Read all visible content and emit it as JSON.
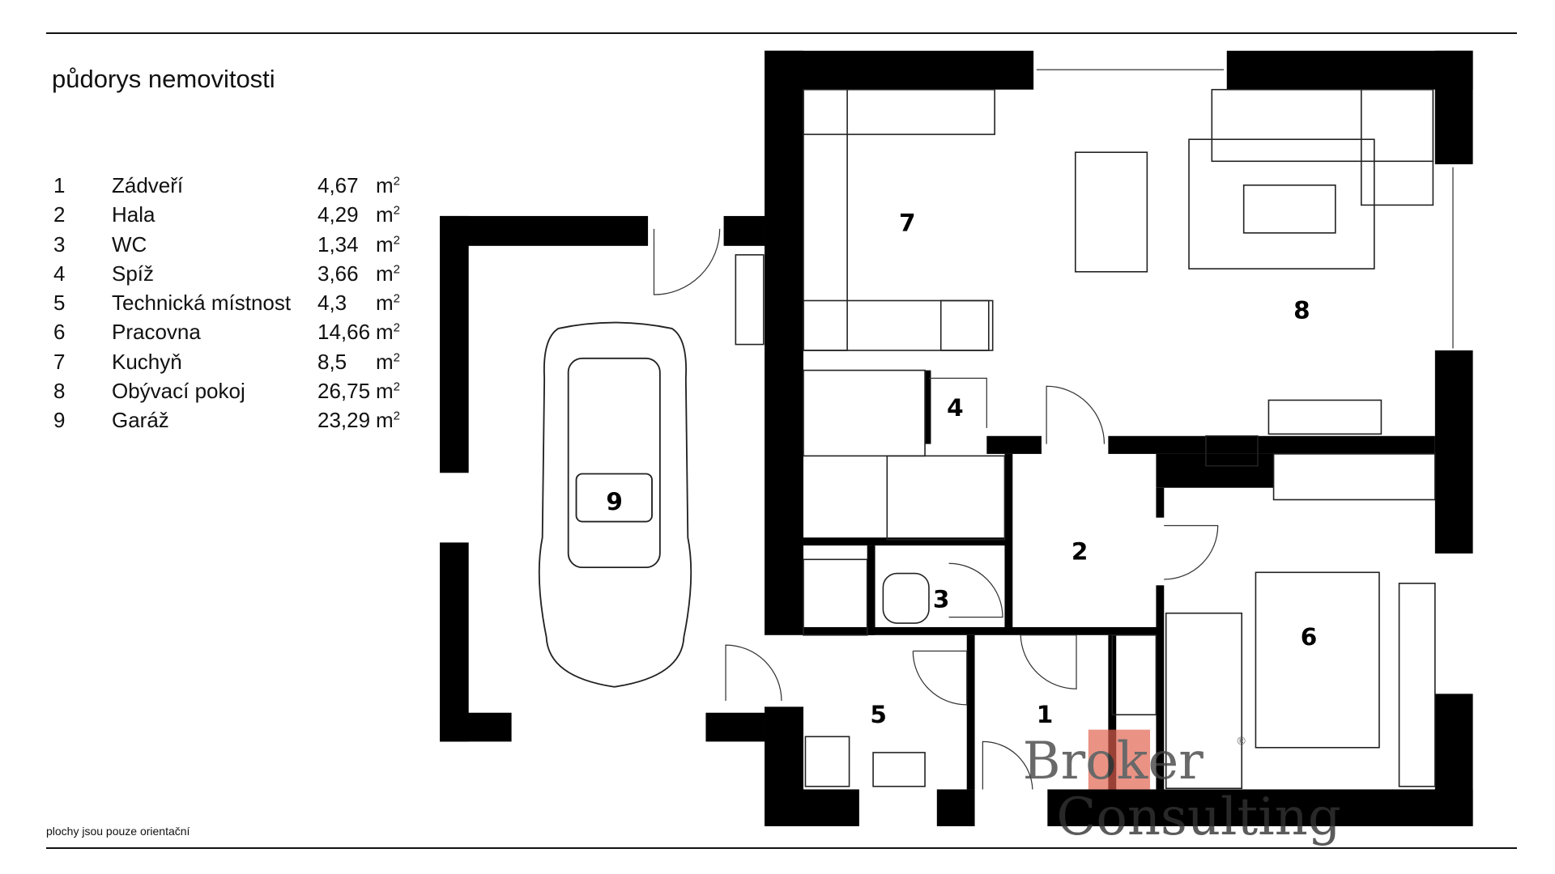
{
  "title": "půdorys nemovitosti",
  "rooms": [
    {
      "num": "1",
      "name": "Zádveří",
      "area": "4,67",
      "unit": "m",
      "sup": "2"
    },
    {
      "num": "2",
      "name": "Hala",
      "area": "4,29",
      "unit": "m",
      "sup": "2"
    },
    {
      "num": "3",
      "name": "WC",
      "area": "1,34",
      "unit": "m",
      "sup": "2"
    },
    {
      "num": "4",
      "name": "Spíž",
      "area": "3,66",
      "unit": "m",
      "sup": "2"
    },
    {
      "num": "5",
      "name": "Technická místnost",
      "area": "4,3",
      "unit": "m",
      "sup": "2"
    },
    {
      "num": "6",
      "name": "Pracovna",
      "area": "14,66",
      "unit": "m",
      "sup": "2"
    },
    {
      "num": "7",
      "name": "Kuchyň",
      "area": "8,5",
      "unit": "m",
      "sup": "2"
    },
    {
      "num": "8",
      "name": "Obývací pokoj",
      "area": "26,75",
      "unit": "m",
      "sup": "2"
    },
    {
      "num": "9",
      "name": "Garáž",
      "area": "23,29",
      "unit": "m",
      "sup": "2"
    }
  ],
  "footer": "plochy jsou pouze orientační",
  "watermark": {
    "line1": "Broker",
    "line2": "Consulting",
    "mark": "®",
    "accent": "#e0604c"
  }
}
